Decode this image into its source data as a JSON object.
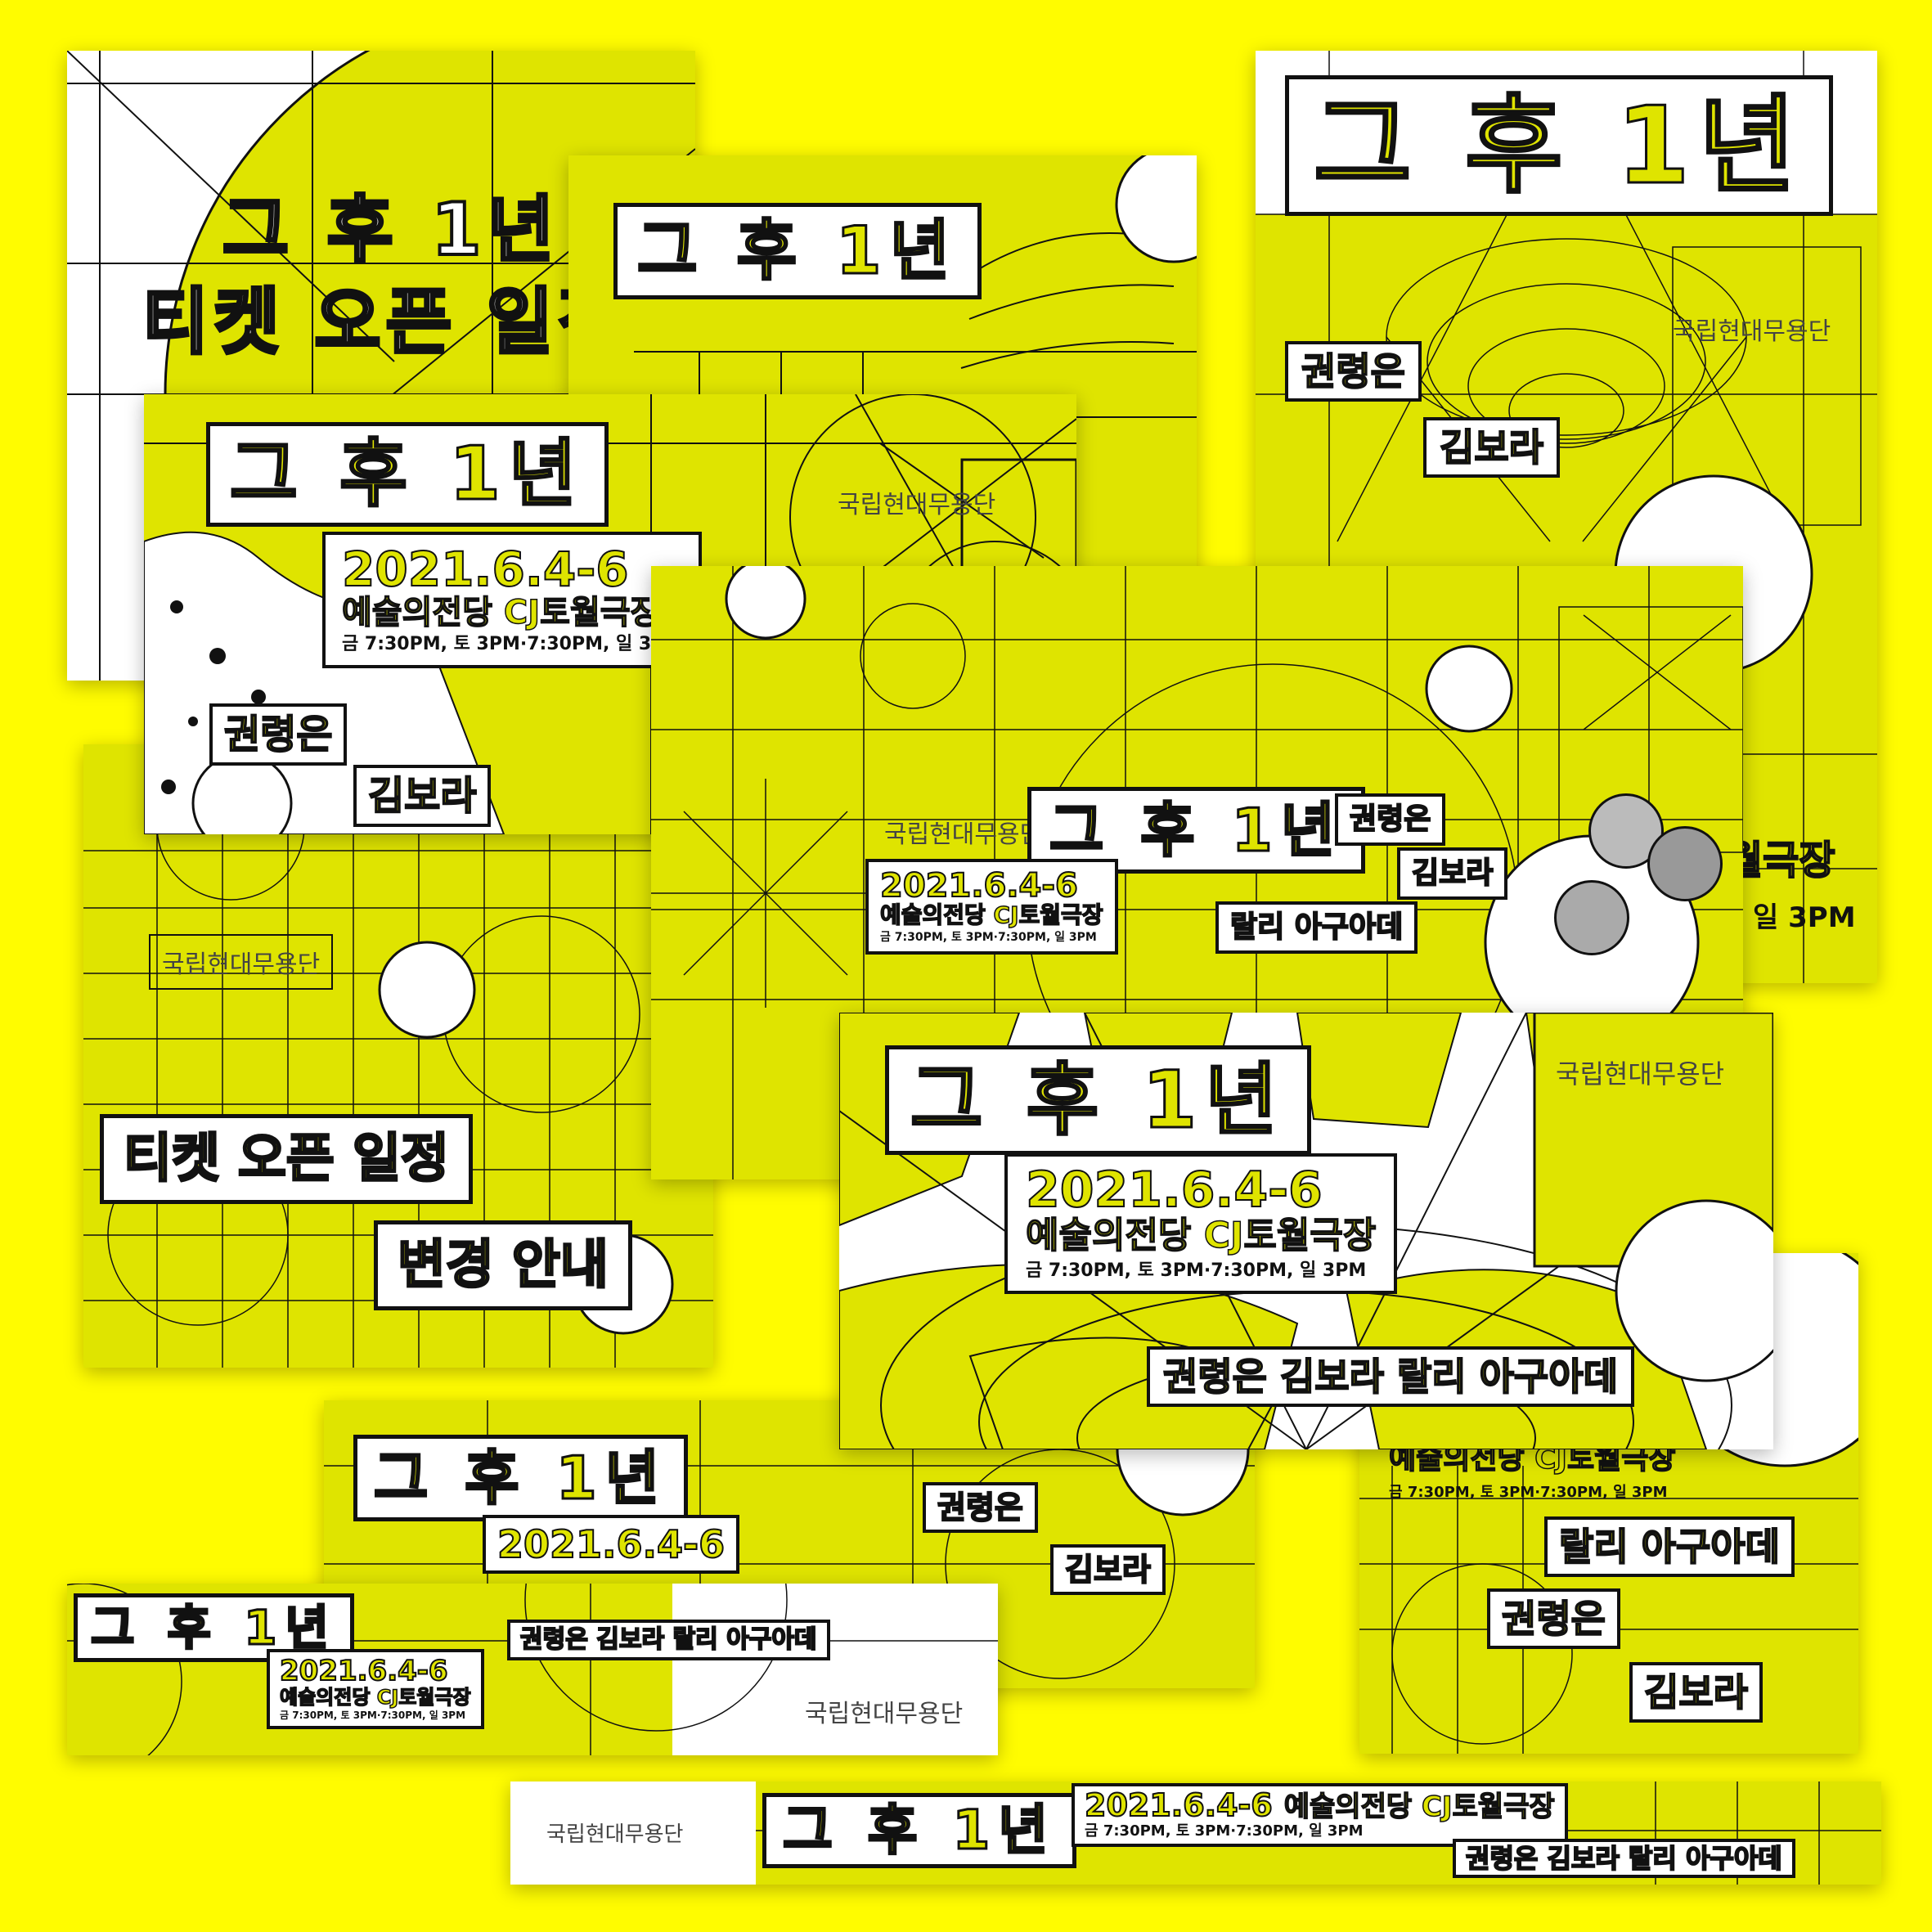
{
  "title": "그 후 1년",
  "ticket_line1": "티켓 오픈 일정",
  "ticket_line2": "변경 안내",
  "date": "2021.6.4-6",
  "venue": "예술의전당 CJ토월극장",
  "times": "금 7:30PM, 토 3PM·7:30PM, 일 3PM",
  "times_end": "일 3PM",
  "org": "국립현대무용단",
  "cast": [
    "권령은",
    "김보라",
    "랄리 아구아데"
  ],
  "cast_inline": "권령은  김보라  랄리 아구아데",
  "venue_suffix": "월극장",
  "colors": {
    "background": "#fffc00",
    "card": "#dfe400",
    "ink": "#111111",
    "paper": "#ffffff"
  }
}
